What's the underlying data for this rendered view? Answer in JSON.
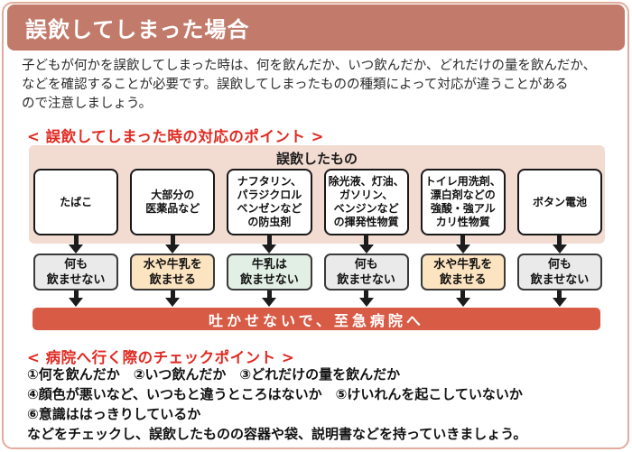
{
  "header": {
    "title": "誤飲してしまった場合"
  },
  "intro": {
    "text": "子どもが何かを誤飲してしまった時は、何を飲んだか、いつ飲んだか、どれだけの量を飲んだか、\nなどを確認することが必要です。誤飲してしまったものの種類によって対応が違うことがある\nので注意しましょう。"
  },
  "flow": {
    "heading": "< 誤飲してしまった時の対応のポイント >",
    "panel_title": "誤飲したもの",
    "columns": [
      {
        "cause": "たばこ",
        "action": "何も\n飲ませない",
        "action_type": "gray"
      },
      {
        "cause": "大部分の\n医薬品など",
        "action": "水や牛乳を\n飲ませる",
        "action_type": "orange"
      },
      {
        "cause": "ナフタリン、\nパラジクロル\nベンゼンなど\nの防虫剤",
        "action": "牛乳は\n飲ませない",
        "action_type": "green"
      },
      {
        "cause": "除光液、灯油、\nガソリン、\nベンジンなど\nの揮発性物質",
        "action": "何も\n飲ませない",
        "action_type": "gray"
      },
      {
        "cause": "トイレ用洗剤、\n漂白剤などの\n強酸・強アル\nカリ性物質",
        "action": "水や牛乳を\n飲ませる",
        "action_type": "orange"
      },
      {
        "cause": "ボタン電池",
        "action": "何も\n飲ませない",
        "action_type": "gray"
      }
    ],
    "result": "吐かせないで、至急病院へ"
  },
  "checklist": {
    "heading": "< 病院へ行く際のチェックポイント >",
    "lines": [
      "①何を飲んだか　②いつ飲んだか　③どれだけの量を飲んだか",
      "④顔色が悪いなど、いつもと違うところはないか　⑤けいれんを起こしていないか",
      "⑥意識ははっきりしているか",
      "などをチェックし、誤飲したものの容器や袋、説明書などを持っていきましょう。"
    ]
  },
  "colors": {
    "header_bg": "#c27b6b",
    "outer_border": "#e3ab9d",
    "panel_bg": "#f2dbd1",
    "heading_red": "#e02a21",
    "result_bar_bg": "#d85b45",
    "gray_action_bg": "#eaeaea",
    "orange_action_bg": "#fde4c0",
    "green_action_bg": "#e2efe4"
  }
}
